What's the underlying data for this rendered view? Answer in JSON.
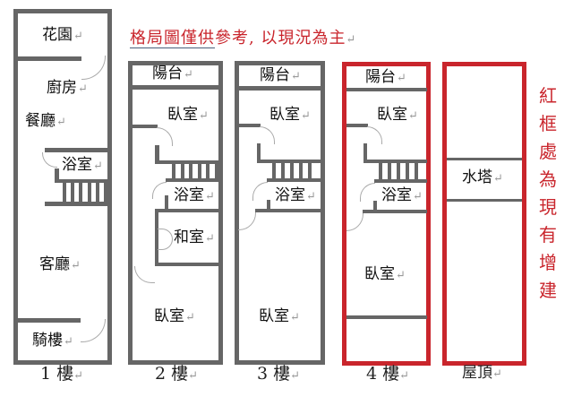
{
  "title": {
    "underlined": "格局圖僅供",
    "rest": "參考, 以現況為主"
  },
  "side_note": "紅框處為現有增建",
  "colors": {
    "wall": "#666666",
    "addition": "#c9252c"
  },
  "floors": [
    {
      "name": "1 樓",
      "rooms": [
        "花園",
        "廚房",
        "餐廳",
        "浴室",
        "客廳",
        "騎樓"
      ]
    },
    {
      "name": "2 樓",
      "rooms": [
        "陽台",
        "臥室",
        "浴室",
        "和室",
        "臥室"
      ]
    },
    {
      "name": "3 樓",
      "rooms": [
        "陽台",
        "臥室",
        "浴室",
        "臥室"
      ]
    },
    {
      "name": "4 樓",
      "rooms": [
        "陽台",
        "臥室",
        "浴室",
        "臥室"
      ]
    },
    {
      "name": "屋頂",
      "rooms": [
        "水塔"
      ]
    }
  ]
}
